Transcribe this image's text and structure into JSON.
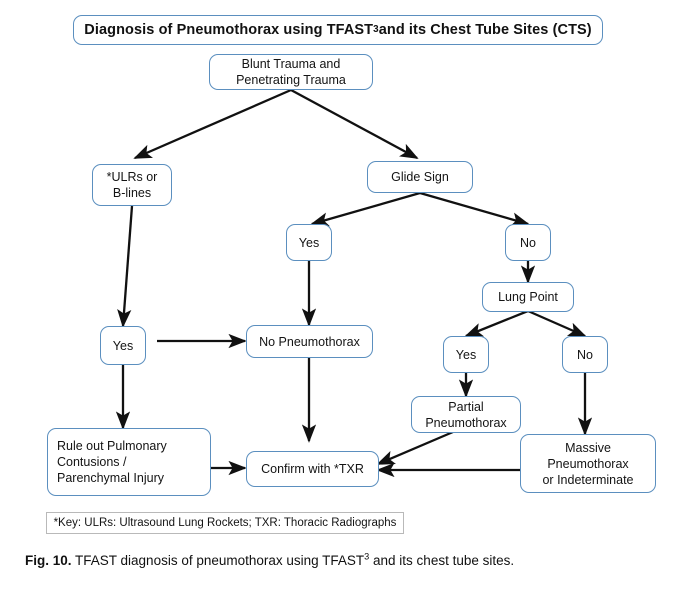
{
  "title": {
    "text_before": "Diagnosis of Pneumothorax using TFAST",
    "superscript": "3",
    "text_after": " and its Chest Tube Sites (CTS)"
  },
  "nodes": {
    "blunt_trauma": {
      "line1": "Blunt Trauma and",
      "line2": "Penetrating Trauma"
    },
    "ulrs": {
      "line1": "*ULRs or",
      "line2": "B-lines"
    },
    "glide_sign": {
      "label": "Glide Sign"
    },
    "glide_yes": {
      "label": "Yes"
    },
    "glide_no": {
      "label": "No"
    },
    "lung_point": {
      "label": "Lung Point"
    },
    "ulrs_yes": {
      "label": "Yes"
    },
    "no_pneumothorax": {
      "label": "No Pneumothorax"
    },
    "lp_yes": {
      "label": "Yes"
    },
    "lp_no": {
      "label": "No"
    },
    "partial": {
      "line1": "Partial",
      "line2": "Pneumothorax"
    },
    "rule_out": {
      "line1": "Rule out Pulmonary",
      "line2": "Contusions /",
      "line3": "Parenchymal Injury"
    },
    "confirm_txr": {
      "label": "Confirm with *TXR"
    },
    "massive": {
      "line1": "Massive",
      "line2": "Pneumothorax",
      "line3": "or Indeterminate"
    }
  },
  "key": {
    "text": "*Key: ULRs: Ultrasound Lung Rockets; TXR: Thoracic Radiographs"
  },
  "caption": {
    "figure_label": "Fig. 10.",
    "text_before": " TFAST diagnosis of pneumothorax using TFAST",
    "superscript": "3",
    "text_after": " and its chest tube sites."
  },
  "colors": {
    "node_border": "#5B8FBF",
    "arrow": "#111111",
    "key_border": "#b9b9b9",
    "background": "#ffffff"
  }
}
